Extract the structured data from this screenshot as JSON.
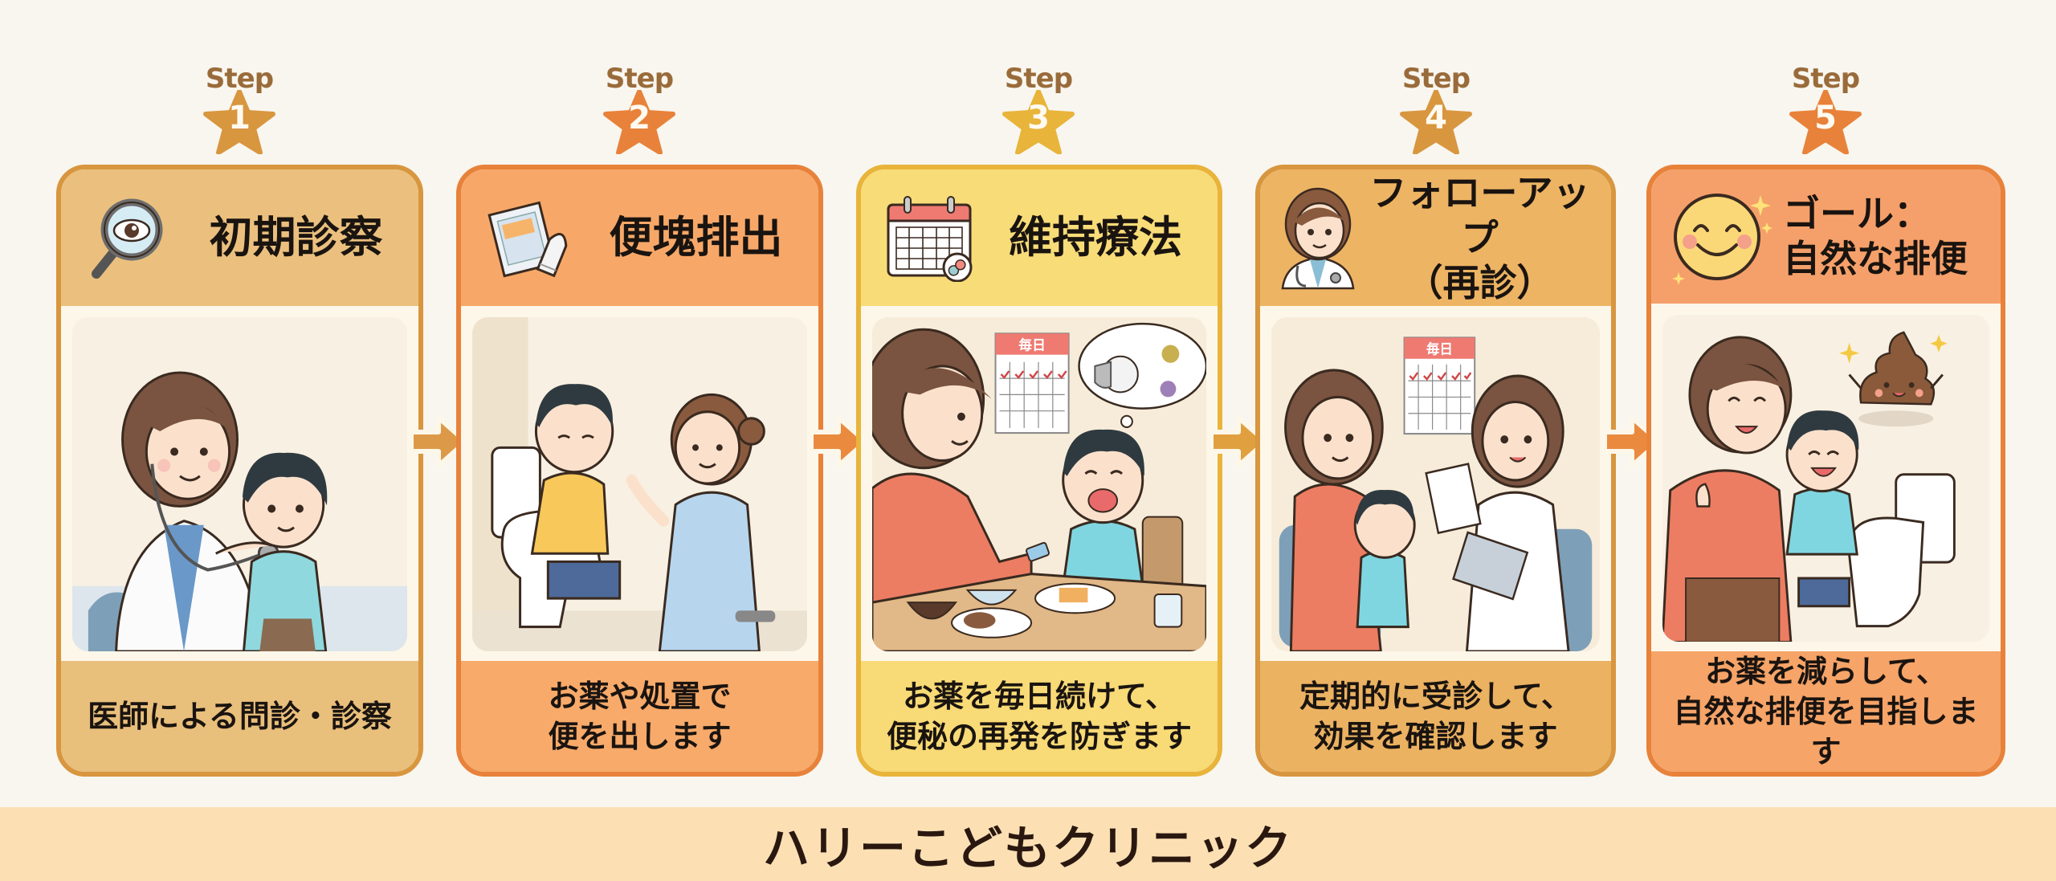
{
  "colors": {
    "background": "#f8f6ef",
    "footer_bg": "#fce0b4",
    "step_label": "#9a6b3a"
  },
  "steps": [
    {
      "step_label": "Step",
      "number": "1",
      "title": "初期診察",
      "icon": "magnifier-eye-icon",
      "illustration": "doctor-examining-child-with-stethoscope",
      "caption": "医師による問診・診察",
      "colors": {
        "border": "#d8963f",
        "header": "#ebc07e",
        "caption_bg": "#e9bf7c",
        "star": "#d8963f"
      }
    },
    {
      "step_label": "Step",
      "number": "2",
      "title": "便塊排出",
      "icon": "medicine-packet-suppository-icon",
      "illustration": "child-on-toilet-with-nurse",
      "caption": "お薬や処置で\n便を出します",
      "caption_lines": [
        "お薬や処置で",
        "便を出します"
      ],
      "colors": {
        "border": "#e8823a",
        "header": "#f7a868",
        "caption_bg": "#f7aa6a",
        "star": "#e8823a"
      }
    },
    {
      "step_label": "Step",
      "number": "3",
      "title": "維持療法",
      "icon": "calendar-pill-icon",
      "illustration": "mother-giving-medicine-at-meal",
      "illustration_calendar_label": "毎日",
      "caption": "お薬を毎日続けて、\n便秘の再発を防ぎます",
      "caption_lines": [
        "お薬を毎日続けて、",
        "便秘の再発を防ぎます"
      ],
      "colors": {
        "border": "#e8b43a",
        "header": "#f8dc78",
        "caption_bg": "#f8da76",
        "star": "#e8b43a"
      }
    },
    {
      "step_label": "Step",
      "number": "4",
      "title": "フォローアップ\n（再診）",
      "title_lines": [
        "フォローアップ",
        "（再診）"
      ],
      "icon": "doctor-avatar-icon",
      "illustration": "doctor-reviewing-checklist-with-family",
      "illustration_calendar_label": "毎日",
      "caption": "定期的に受診して、\n効果を確認します",
      "caption_lines": [
        "定期的に受診して、",
        "効果を確認します"
      ],
      "colors": {
        "border": "#d8963f",
        "header": "#edb464",
        "caption_bg": "#ebb262",
        "star": "#d8963f"
      }
    },
    {
      "step_label": "Step",
      "number": "5",
      "title": "ゴール：\n自然な排便",
      "title_lines": [
        "ゴール：",
        "自然な排便"
      ],
      "icon": "smiley-face-sparkle-icon",
      "illustration": "happy-child-on-toilet-with-parent-and-poop",
      "caption": "お薬を減らして、\n自然な排便を目指します",
      "caption_lines": [
        "お薬を減らして、",
        "自然な排便を目指します"
      ],
      "colors": {
        "border": "#e8823a",
        "header": "#f5a06a",
        "caption_bg": "#f6a468",
        "star": "#e8823a"
      }
    }
  ],
  "arrows": [
    {
      "from": "1",
      "to": "2",
      "color": "#dc9a48"
    },
    {
      "from": "2",
      "to": "3",
      "color": "#ea8a3e"
    },
    {
      "from": "3",
      "to": "4",
      "color": "#e0a040"
    },
    {
      "from": "4",
      "to": "5",
      "color": "#ea8a3e"
    }
  ],
  "footer": {
    "title": "ハリーこどもクリニック"
  }
}
